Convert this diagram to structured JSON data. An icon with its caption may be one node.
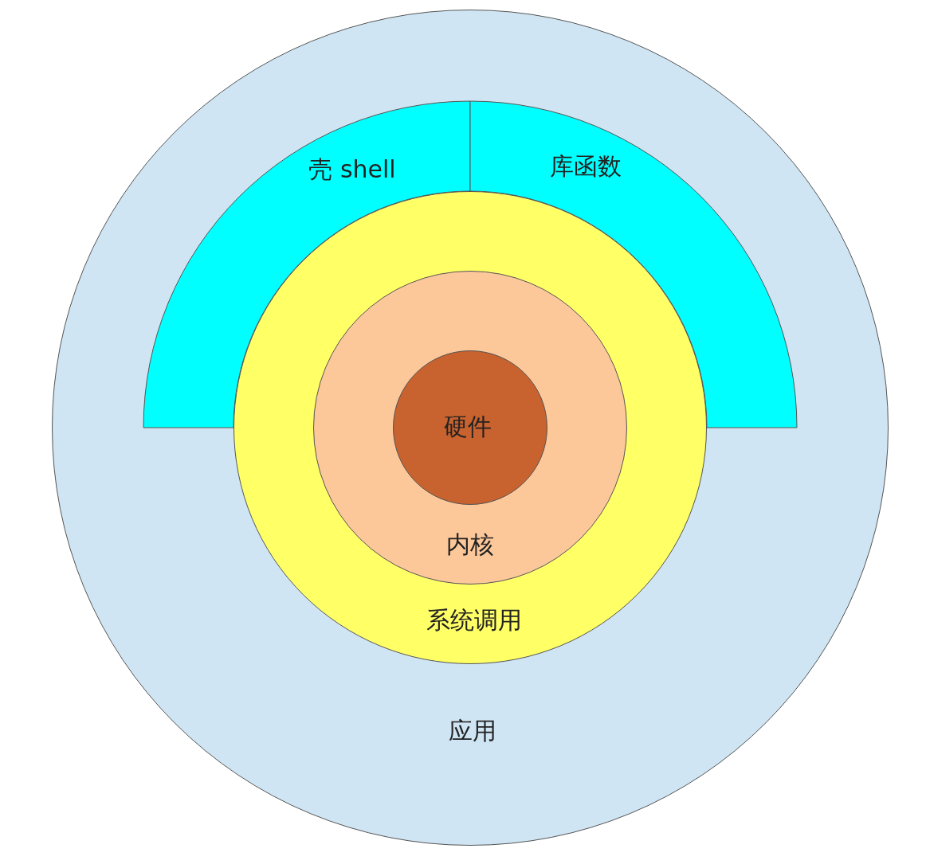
{
  "diagram": {
    "nodes": [
      {
        "text": [
          "应用"
        ]
      },
      {
        "text": [
          "壳 shell"
        ],
        "in": 0
      },
      {
        "text": [
          "库函数"
        ],
        "in": 0
      },
      {
        "text": [
          "系统调用"
        ],
        "in": 0
      },
      {
        "text": [
          "内核"
        ],
        "in": 3
      },
      {
        "text": [
          "硬件"
        ],
        "in": 4
      }
    ]
  }
}
